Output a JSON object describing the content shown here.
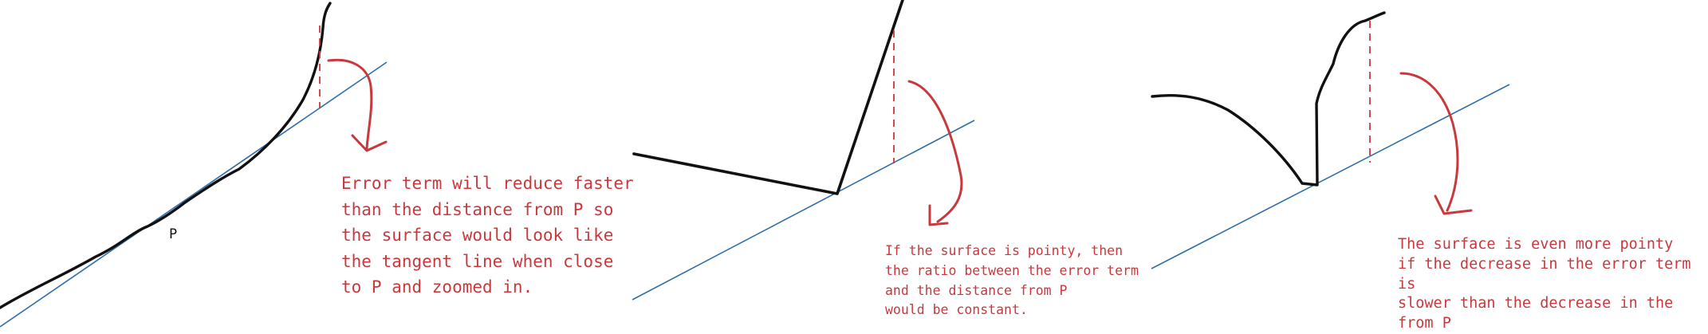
{
  "diagram": {
    "point_label": "P",
    "notes": {
      "smooth": "Error term will reduce faster\nthan the distance from P so\nthe surface would look like\nthe tangent line when close\nto P and zoomed in.",
      "pointy": "If the surface is pointy, then\nthe ratio between the error term\nand the distance from P\nwould be constant.",
      "more_pointy": "The surface is even more pointy\nif the decrease in the error term is\nslower than the decrease in the\nfrom P"
    },
    "colors": {
      "surface": "#111111",
      "tangent": "#2f6fa6",
      "annotation": "#c8393e"
    }
  }
}
